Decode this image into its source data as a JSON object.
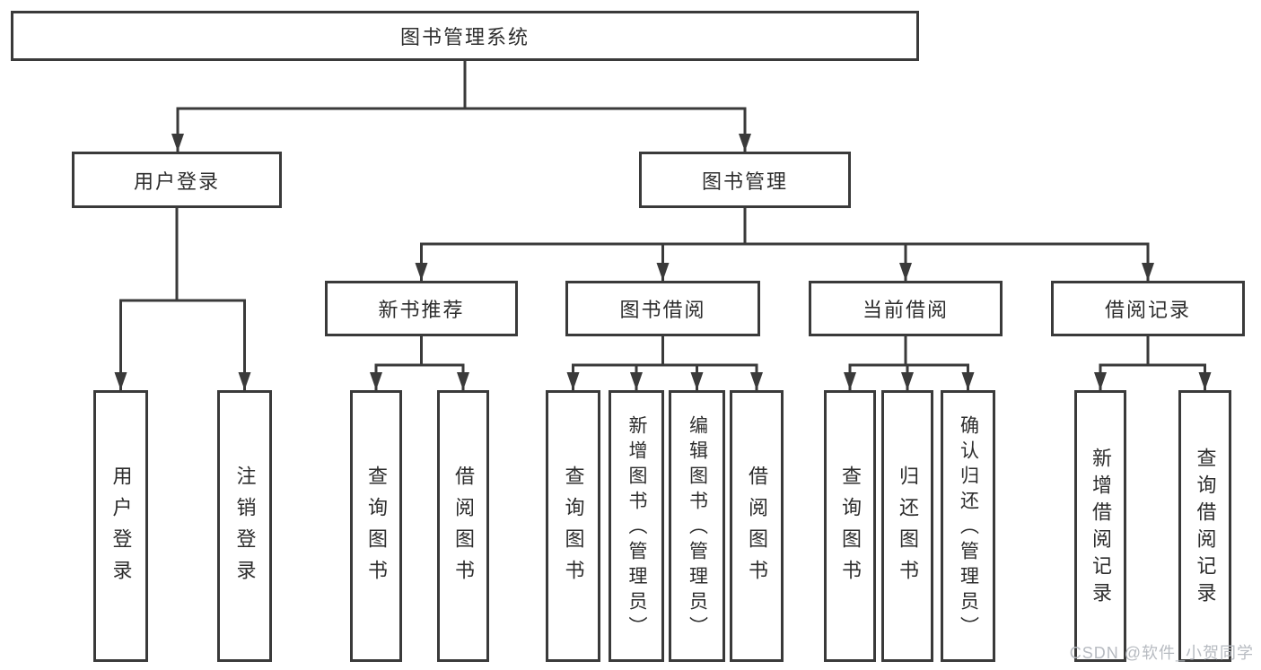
{
  "colors": {
    "line": "#3a3a3a",
    "border": "#3a3a3a",
    "text": "#2d2d2d",
    "watermark": "#b7bbc1",
    "background": "#ffffff"
  },
  "nodes": {
    "root": {
      "label": "图书管理系统"
    },
    "user_login": {
      "label": "用户登录"
    },
    "book_mgmt": {
      "label": "图书管理"
    },
    "new_book_rec": {
      "label": "新书推荐"
    },
    "book_borrow": {
      "label": "图书借阅"
    },
    "current_borrow": {
      "label": "当前借阅"
    },
    "borrow_record": {
      "label": "借阅记录"
    },
    "leaf_user_login": {
      "label": "用户登录"
    },
    "leaf_logout": {
      "label": "注销登录"
    },
    "leaf_nbr_query": {
      "label": "查询图书"
    },
    "leaf_nbr_borrow": {
      "label": "借阅图书"
    },
    "leaf_bb_query": {
      "label": "查询图书"
    },
    "leaf_bb_add": {
      "label": "新增图书（管理员）"
    },
    "leaf_bb_edit": {
      "label": "编辑图书（管理员）"
    },
    "leaf_bb_borrow": {
      "label": "借阅图书"
    },
    "leaf_cb_query": {
      "label": "查询图书"
    },
    "leaf_cb_return": {
      "label": "归还图书"
    },
    "leaf_cb_confirm": {
      "label": "确认归还（管理员）"
    },
    "leaf_br_add": {
      "label": "新增借阅记录"
    },
    "leaf_br_query": {
      "label": "查询借阅记录"
    }
  },
  "watermark": {
    "text": "CSDN @软件_小贺同学"
  }
}
